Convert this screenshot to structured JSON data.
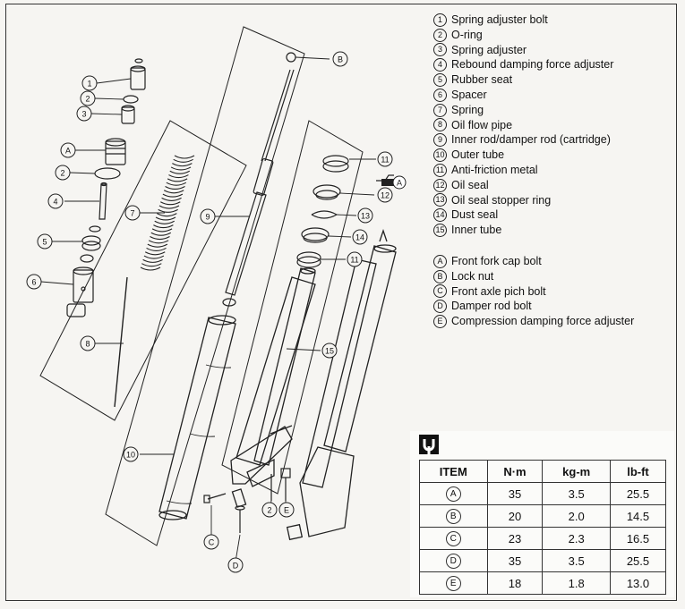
{
  "parts": [
    {
      "mark": "1",
      "name": "Spring adjuster bolt"
    },
    {
      "mark": "2",
      "name": "O-ring"
    },
    {
      "mark": "3",
      "name": "Spring adjuster"
    },
    {
      "mark": "4",
      "name": "Rebound damping force adjuster"
    },
    {
      "mark": "5",
      "name": "Rubber seat"
    },
    {
      "mark": "6",
      "name": "Spacer"
    },
    {
      "mark": "7",
      "name": "Spring"
    },
    {
      "mark": "8",
      "name": "Oil flow pipe"
    },
    {
      "mark": "9",
      "name": "Inner rod/damper rod (cartridge)"
    },
    {
      "mark": "10",
      "name": "Outer tube"
    },
    {
      "mark": "11",
      "name": "Anti-friction metal"
    },
    {
      "mark": "12",
      "name": "Oil seal"
    },
    {
      "mark": "13",
      "name": "Oil seal stopper ring"
    },
    {
      "mark": "14",
      "name": "Dust seal"
    },
    {
      "mark": "15",
      "name": "Inner tube"
    }
  ],
  "letter_parts": [
    {
      "mark": "A",
      "name": "Front fork cap bolt"
    },
    {
      "mark": "B",
      "name": "Lock nut"
    },
    {
      "mark": "C",
      "name": "Front axle pich bolt"
    },
    {
      "mark": "D",
      "name": "Damper rod bolt"
    },
    {
      "mark": "E",
      "name": "Compression damping force adjuster"
    }
  ],
  "diagram_callouts": [
    "1",
    "2",
    "3",
    "A",
    "2",
    "4",
    "5",
    "6",
    "7",
    "8",
    "9",
    "B",
    "11",
    "A",
    "12",
    "13",
    "14",
    "11",
    "15",
    "10",
    "2",
    "E",
    "C",
    "D"
  ],
  "torque_table": {
    "headers": [
      "ITEM",
      "N·m",
      "kg-m",
      "lb-ft"
    ],
    "rows": [
      {
        "item": "A",
        "nm": "35",
        "kgm": "3.5",
        "lbft": "25.5"
      },
      {
        "item": "B",
        "nm": "20",
        "kgm": "2.0",
        "lbft": "14.5"
      },
      {
        "item": "C",
        "nm": "23",
        "kgm": "2.3",
        "lbft": "16.5"
      },
      {
        "item": "D",
        "nm": "35",
        "kgm": "3.5",
        "lbft": "25.5"
      },
      {
        "item": "E",
        "nm": "18",
        "kgm": "1.8",
        "lbft": "13.0"
      }
    ]
  },
  "icons": {
    "torque": "torque-wrench-icon"
  }
}
